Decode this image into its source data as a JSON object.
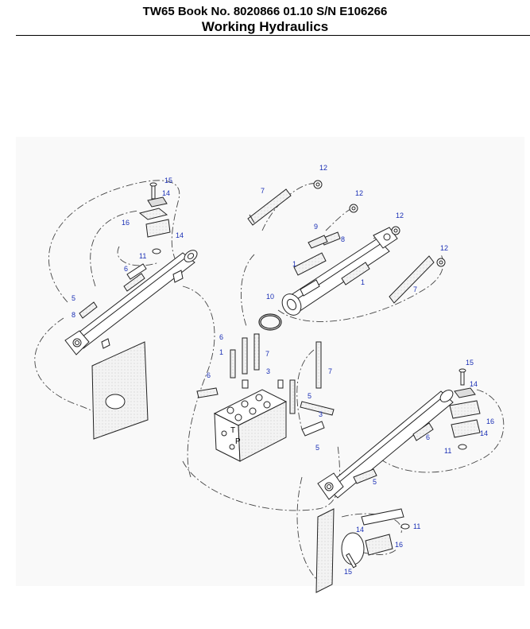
{
  "header": {
    "line1": "TW65 Book No. 8020866 01.10 S/N E106266",
    "line2": "Working Hydraulics"
  },
  "valve_ports": {
    "t": "T",
    "p": "P"
  },
  "callouts": {
    "c15a": "15",
    "c14a": "14",
    "c16a": "16",
    "c14b": "14",
    "c11a": "11",
    "c6a": "6",
    "c5a": "5",
    "c8a": "8",
    "c12a": "12",
    "c7a": "7",
    "c12b": "12",
    "c12c": "12",
    "c9": "9",
    "c8b": "8",
    "c1a": "1",
    "c1b": "1",
    "c12d": "12",
    "c7b": "7",
    "c10": "10",
    "c6b": "6",
    "c1c": "1",
    "c7c": "7",
    "c3a": "3",
    "c6c": "6",
    "c7d": "7",
    "c5b": "5",
    "c3b": "3",
    "c5c": "5",
    "c15b": "15",
    "c14c": "14",
    "c16b": "16",
    "c14d": "14",
    "c6d": "6",
    "c11b": "11",
    "c5d": "5",
    "c11c": "11",
    "c14e": "14",
    "c16c": "16",
    "c15c": "15"
  }
}
